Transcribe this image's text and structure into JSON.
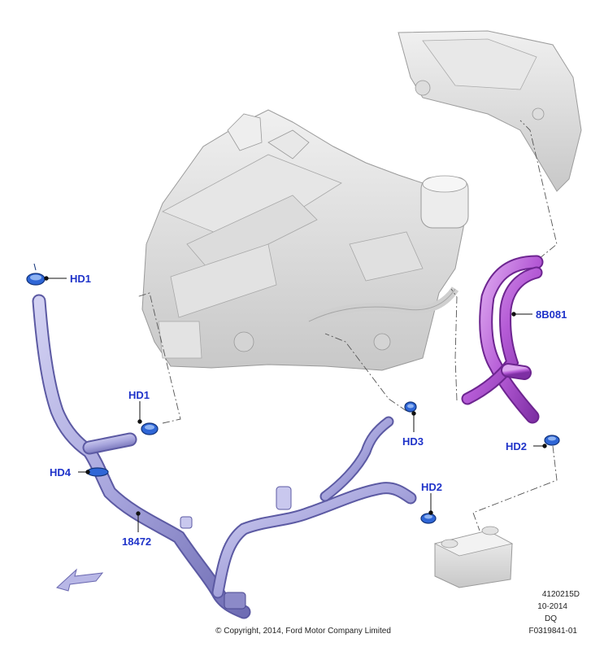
{
  "labels": {
    "hd1_top": "HD1",
    "hd1_mid": "HD1",
    "hd3": "HD3",
    "hd2_right": "HD2",
    "hd2_mid": "HD2",
    "hd4": "HD4",
    "part_8b081": "8B081",
    "part_18472": "18472"
  },
  "meta": {
    "code1": "4120215D",
    "code2": "10-2014",
    "code3": "DQ",
    "code4": "F0319841-01",
    "copyright": "© Copyright, 2014, Ford Motor Company Limited"
  },
  "colors": {
    "label": "#1f33c9",
    "hose_lavender": "#a9a7dc",
    "hose_purple": "#b45ad6",
    "clamp_blue": "#2f66d6",
    "engine_gray": "#d8d8d8"
  }
}
